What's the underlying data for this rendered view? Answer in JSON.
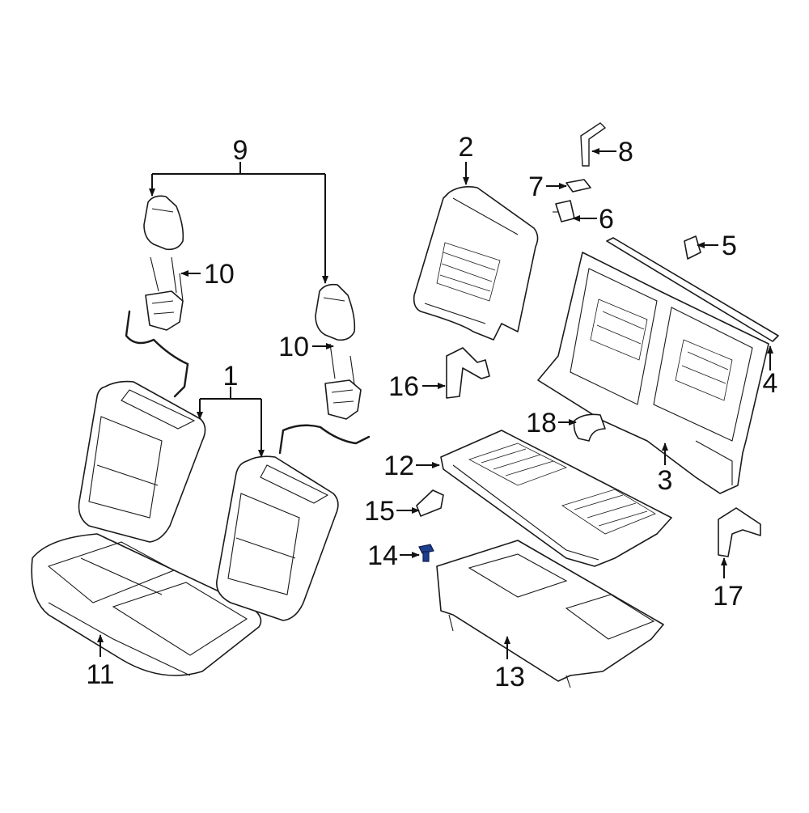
{
  "diagram": {
    "accent": "#1d3d8f",
    "callouts": {
      "c1": "1",
      "c2": "2",
      "c3": "3",
      "c4": "4",
      "c5": "5",
      "c6": "6",
      "c7": "7",
      "c8": "8",
      "c9": "9",
      "c10a": "10",
      "c10b": "10",
      "c11": "11",
      "c12": "12",
      "c13": "13",
      "c14": "14",
      "c15": "15",
      "c16": "16",
      "c17": "17",
      "c18": "18"
    }
  }
}
